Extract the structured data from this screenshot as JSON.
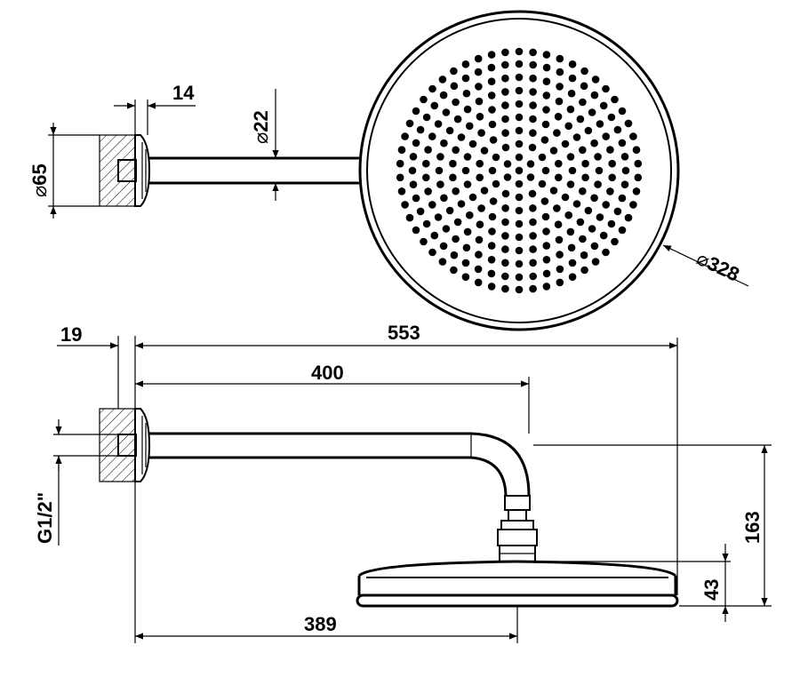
{
  "dimensions": {
    "wall_plate_depth": "14",
    "arm_diameter": "22",
    "wall_flange_diameter": "65",
    "head_diameter": "328",
    "flange_offset": "19",
    "overall_length": "553",
    "arm_length": "400",
    "head_center_reach": "389",
    "thread": "G1/2\"",
    "drop_height": "163",
    "head_thickness": "43"
  },
  "symbols": {
    "diameter": "⌀"
  },
  "colors": {
    "ink": "#000000",
    "background": "#ffffff",
    "hatch": "#000000"
  }
}
